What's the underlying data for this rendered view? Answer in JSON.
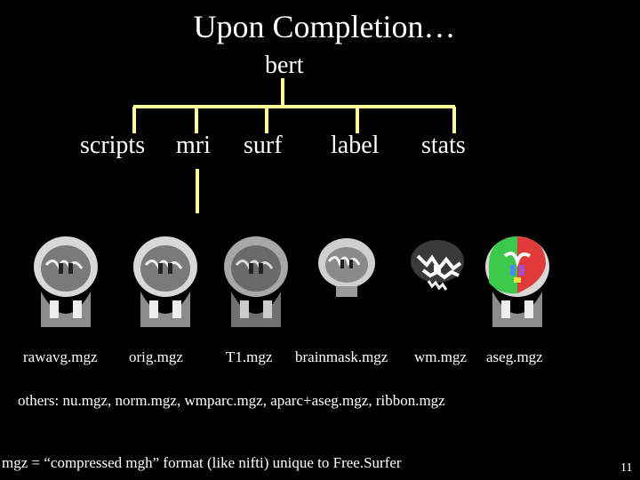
{
  "title": "Upon Completion…",
  "root": "bert",
  "dirs": [
    "scripts",
    "mri",
    "surf",
    "label",
    "stats"
  ],
  "files": [
    "rawavg.mgz",
    "orig.mgz",
    "T1.mgz",
    "brainmask.mgz",
    "wm.mgz",
    "aseg.mgz"
  ],
  "others": "others: nu.mgz, norm.mgz, wmparc.mgz, aparc+aseg.mgz, ribbon.mgz",
  "note": "mgz = “compressed mgh” format (like nifti) unique to Free.Surfer",
  "page_number": "11",
  "colors": {
    "background": "#000000",
    "tree_line": "#ffff99",
    "text": "#ffffff"
  }
}
